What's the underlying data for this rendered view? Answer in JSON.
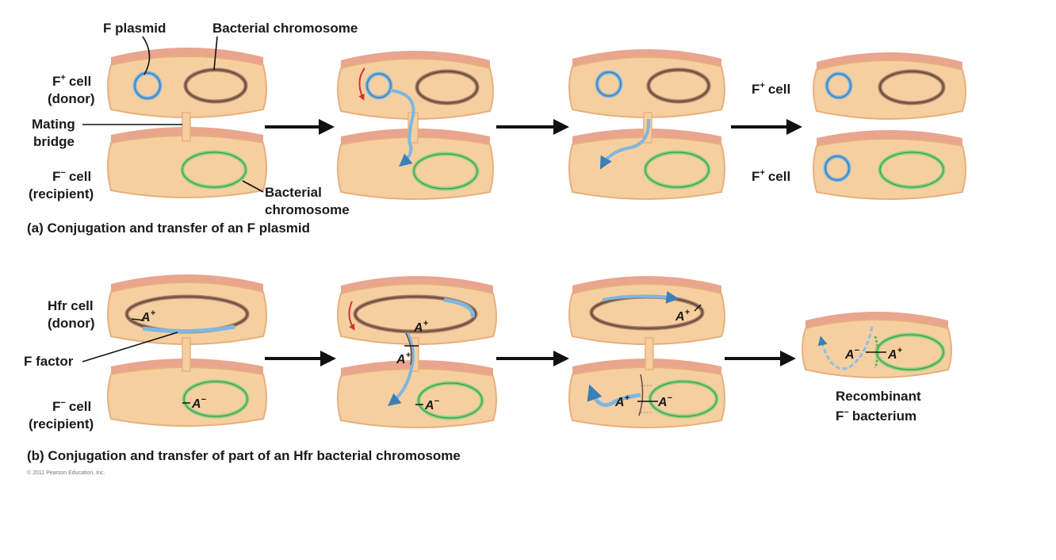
{
  "panel_a": {
    "caption": "(a) Conjugation and transfer of an F plasmid",
    "labels": {
      "f_plasmid": "F plasmid",
      "bacterial_chromosome_top": "Bacterial chromosome",
      "f_plus_cell_donor_1": "F",
      "f_plus_cell_donor_2": "cell",
      "f_plus_cell_donor_3": "(donor)",
      "mating_bridge_1": "Mating",
      "mating_bridge_2": "bridge",
      "f_minus_cell_recipient_1": "F",
      "f_minus_cell_recipient_2": "cell",
      "f_minus_cell_recipient_3": "(recipient)",
      "bacterial_chromosome_bottom_1": "Bacterial",
      "bacterial_chromosome_bottom_2": "chromosome",
      "result_top": "cell",
      "result_bottom": "cell"
    }
  },
  "panel_b": {
    "caption": "(b) Conjugation and transfer of part of an Hfr bacterial chromosome",
    "labels": {
      "hfr_cell_1": "Hfr cell",
      "hfr_cell_2": "(donor)",
      "f_factor": "F factor",
      "f_minus_cell_1": "F",
      "f_minus_cell_2": "cell",
      "f_minus_cell_3": "(recipient)",
      "recombinant_1": "Recombinant",
      "recombinant_2": "F",
      "recombinant_3": "bacterium"
    },
    "genes": {
      "a_plus": "A",
      "a_minus": "A"
    },
    "superscripts": {
      "plus": "+",
      "minus": "−"
    }
  },
  "copyright": "© 2011 Pearson Education, Inc.",
  "colors": {
    "cytoplasm": "#f6cfa0",
    "membrane": "#e9a58d",
    "plasmid_dna": "#4c8fc4",
    "chromosome_brown": "#8c6a58",
    "chromosome_green": "#5fb85a",
    "rotation_arrow": "#d0352e"
  }
}
